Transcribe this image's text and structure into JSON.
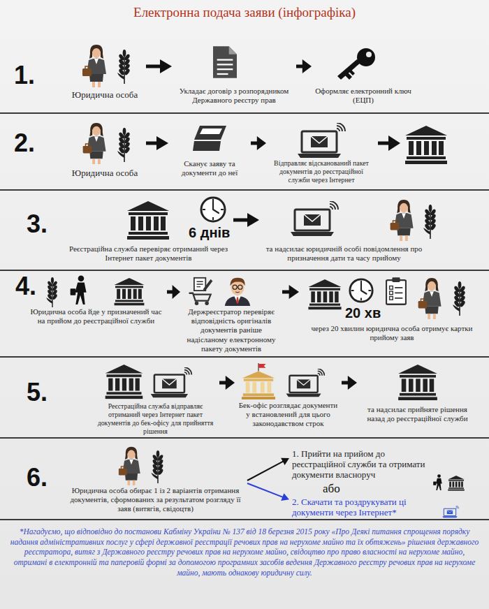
{
  "diagram": {
    "title": "Електронна подача заяви (інфографіка)",
    "nodes": [
      {
        "text": [
          "1."
        ]
      },
      {
        "text": [
          "Юридична особа"
        ],
        "in": 0
      },
      {
        "text": [
          "Укладає договір з розпорядником Державного реєстру прав"
        ],
        "in": 0
      },
      {
        "text": [
          "Оформляє електронний ключ (ЕЦП)"
        ],
        "in": 0
      },
      {
        "text": [
          "2."
        ]
      },
      {
        "text": [
          "Юридична особа"
        ],
        "in": 4
      },
      {
        "text": [
          "Сканує заяву та документи до неї"
        ],
        "in": 4
      },
      {
        "text": [
          "Відправляє відсканований пакет документів до реєстраційної служби через Інтернет"
        ],
        "in": 4
      },
      {
        "text": [
          "3."
        ]
      },
      {
        "text": [
          "Реєстраційна служба перевіряє отриманий через Інтернет пакет документів"
        ],
        "in": 8
      },
      {
        "text": [
          "та надсилає юридичній особі повідомлення про призначення дати та часу прийому"
        ],
        "in": 8
      },
      {
        "text": [
          "4."
        ]
      },
      {
        "text": [
          "Юридична особа йде у призначений час на прийом до реєстраційної служби"
        ],
        "in": 11
      },
      {
        "text": [
          "Держреєстратор перевіряє відповідність оригіналів документів раніше надісланому електронному пакету документів"
        ],
        "in": 11
      },
      {
        "text": [
          "через 20 хвилин юридична особа отримує картки прийому заяв"
        ],
        "in": 11
      },
      {
        "text": [
          "5."
        ]
      },
      {
        "text": [
          "Реєстраційна служба відправляє отриманий через Інтернет пакет документів до бек-офісу для прийняття рішення"
        ],
        "in": 15
      },
      {
        "text": [
          "Бек-офіс розглядає документи у встановлений для цього законодавством строк"
        ],
        "in": 15
      },
      {
        "text": [
          "та надсилає прийняте рішення назад до реєстраційної служби"
        ],
        "in": 15
      },
      {
        "text": [
          "6."
        ]
      },
      {
        "text": [
          "Юридична особа обирає 1 із 2 варіантів отримання документів, сформованих за результатом розгляду її заяв (витягів, свідоцтв)"
        ],
        "in": 19
      },
      {
        "text": [
          "1. Прийти на прийом до реєстраційної служби та отримати документи власноруч"
        ],
        "in": 19
      },
      {
        "text": [
          "2. Скачати та роздрукувати ці документи через Інтернет*"
        ],
        "in": 19
      }
    ],
    "edges": [
      {
        "from": 1,
        "to": 2,
        "arrow": "to"
      },
      {
        "from": 2,
        "to": 3,
        "arrow": "to"
      },
      {
        "from": 5,
        "to": 6,
        "arrow": "to"
      },
      {
        "from": 6,
        "to": 7,
        "arrow": "to"
      },
      {
        "from": 9,
        "to": 10,
        "arrow": "to"
      },
      {
        "from": 12,
        "to": 13,
        "arrow": "to"
      },
      {
        "from": 13,
        "to": 14,
        "arrow": "to"
      },
      {
        "from": 16,
        "to": 17,
        "arrow": "to"
      },
      {
        "from": 17,
        "to": 18,
        "arrow": "to"
      },
      {
        "from": 20,
        "to": 21,
        "arrow": "to"
      },
      {
        "from": 20,
        "to": 22,
        "arrow": "to"
      }
    ],
    "labels": [
      "6 днів",
      "20 хв",
      "або",
      "*Нагадуємо, що відповідно до постанови Кабміну України № 137 від 18 березня 2015 року «Про Деякі питання спрощення порядку надання адміністративних послуг у сфері державної реєстрації речових прав на нерухоме майно та їх обтяжень» рішення державного реєстратора, витяг з Державного реєстру речових прав на нерухоме майно, свідоцтво про право власності на нерухоме майно, отримані в електронній та паперовій формі за допомогою програмних засобів ведення Державного реєстру речових прав на нерухоме майно, мають однакову юридичну силу."
    ]
  }
}
